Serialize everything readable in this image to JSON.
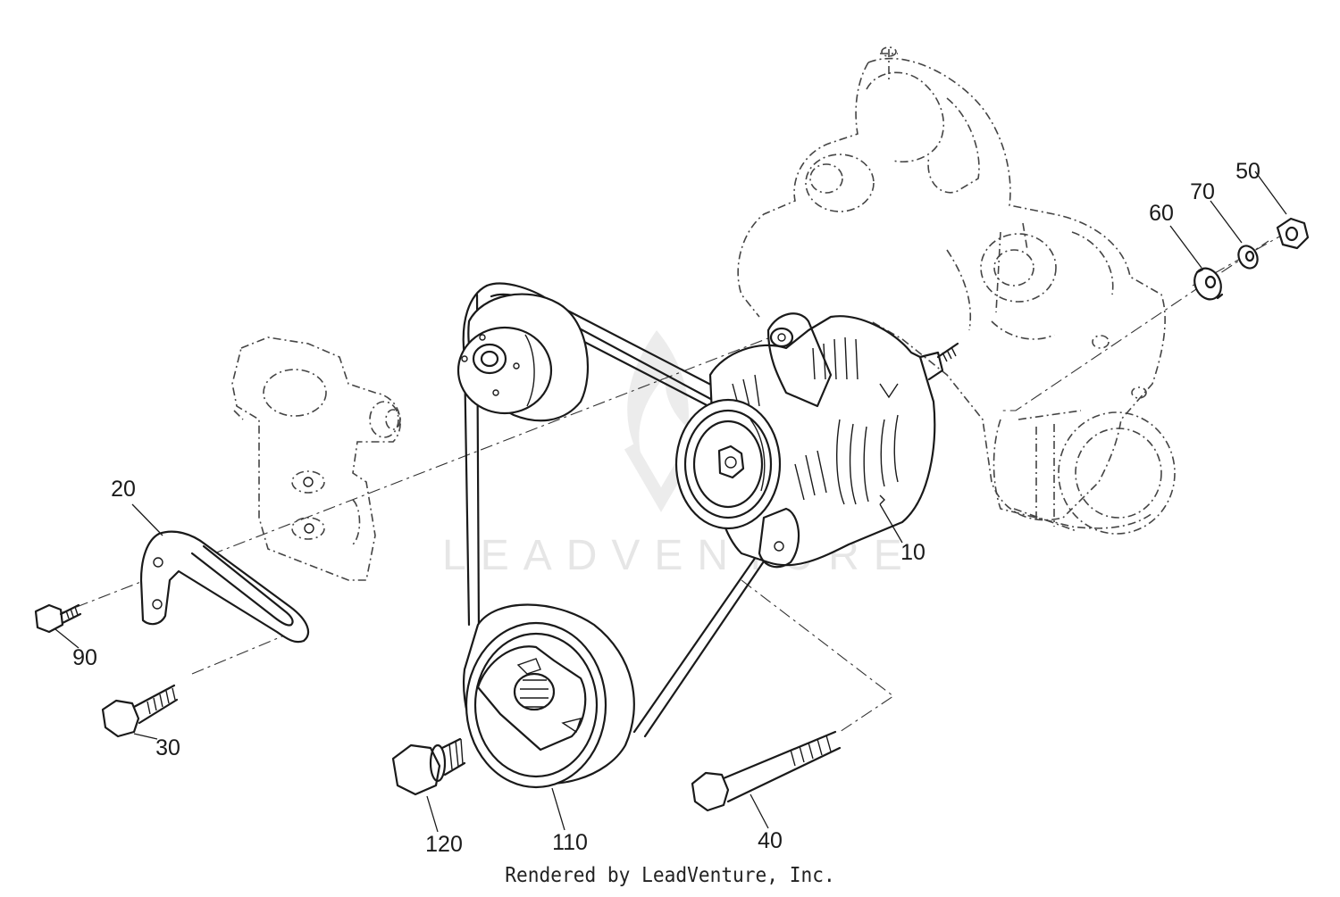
{
  "watermark": "LEADVENTURE",
  "footer": "Rendered by LeadVenture, Inc.",
  "callouts": {
    "c10": "10",
    "c20": "20",
    "c30": "30",
    "c40": "40",
    "c50": "50",
    "c60": "60",
    "c70": "70",
    "c90": "90",
    "c110": "110",
    "c120": "120"
  }
}
